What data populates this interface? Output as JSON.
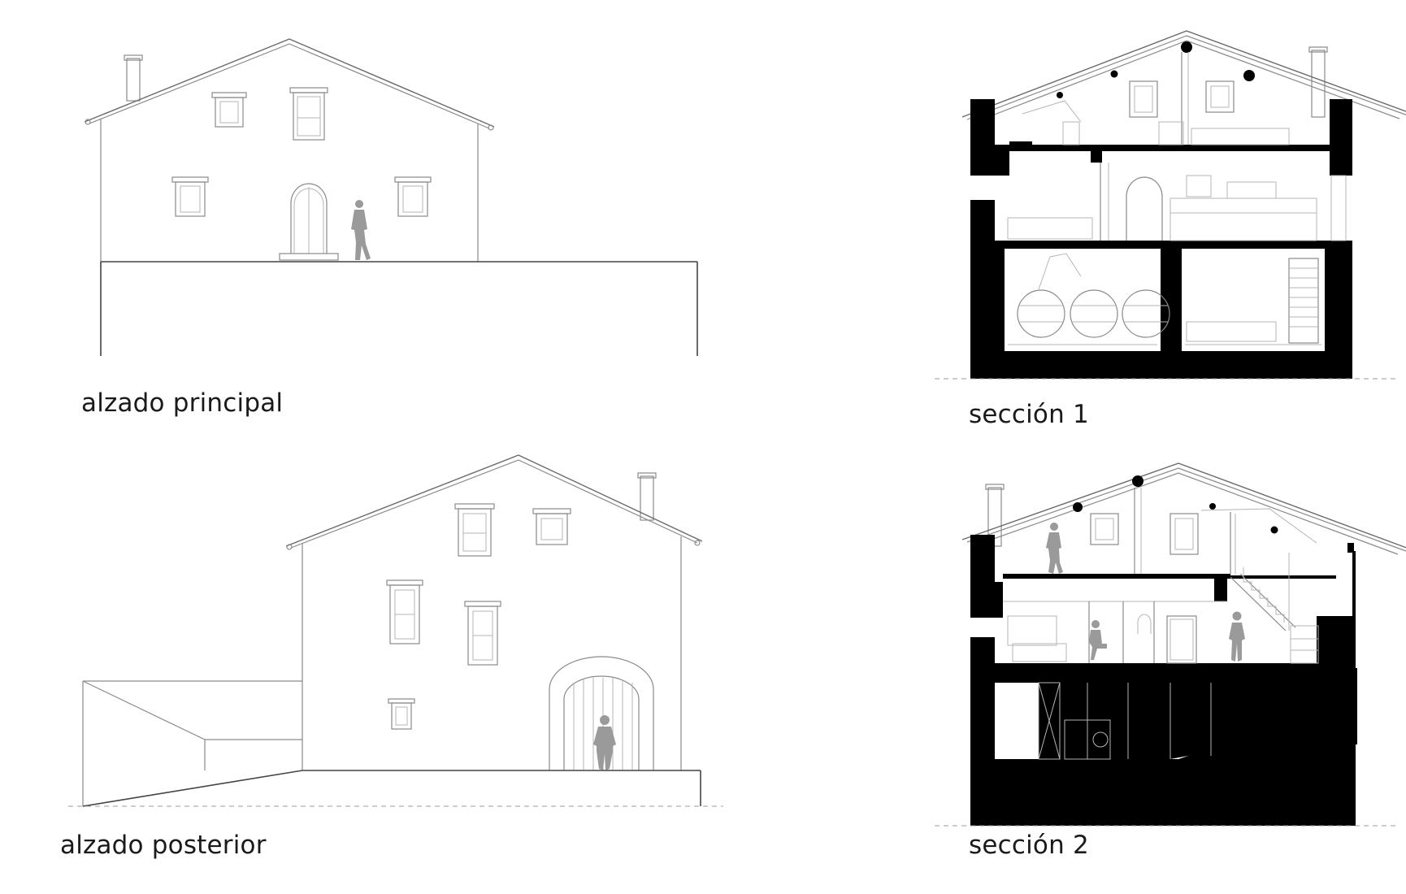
{
  "drawings": [
    {
      "id": "front-elevation",
      "caption": "alzado principal"
    },
    {
      "id": "section-1",
      "caption": "sección 1"
    },
    {
      "id": "rear-elevation",
      "caption": "alzado posterior"
    },
    {
      "id": "section-2",
      "caption": "sección 2"
    }
  ],
  "colors": {
    "line": "#8a8a8a",
    "cut": "#000000",
    "figure": "#9a9a9a",
    "text": "#1a1a1a"
  }
}
